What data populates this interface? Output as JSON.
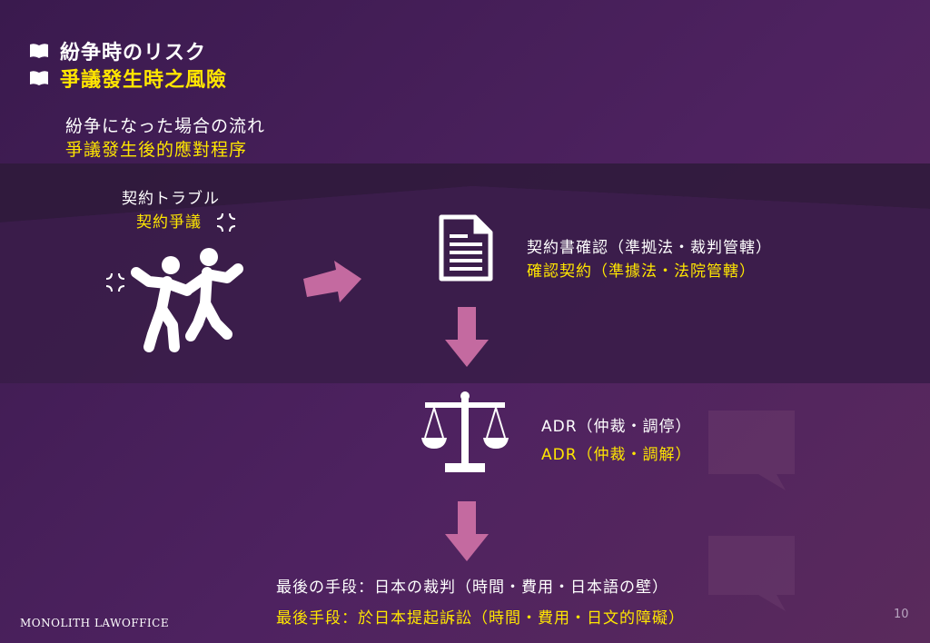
{
  "heading": {
    "line1": "紛争時のリスク",
    "line2": "爭議發生時之風險"
  },
  "subheading": {
    "line1": "紛争になった場合の流れ",
    "line2": "爭議發生後的應對程序"
  },
  "trouble": {
    "ja": "契約トラブル",
    "zh": "契約爭議"
  },
  "contract": {
    "ja": "契約書確認（準拠法・裁判管轄）",
    "zh": "確認契約（準據法・法院管轄）"
  },
  "adr": {
    "ja": "ADR（仲裁・調停）",
    "zh": "ADR（仲裁・調解）"
  },
  "court": {
    "ja": "最後の手段：日本の裁判（時間・費用・日本語の壁）",
    "zh": "最後手段：於日本提起訴訟（時間・費用・日文的障礙）"
  },
  "footer": {
    "logo": "MONOLITH LAWOFFICE",
    "page": "10"
  },
  "colors": {
    "accent_yellow": "#ffe600",
    "arrow_pink": "#c46aa0",
    "background": "#4e2260"
  },
  "icons": [
    "book-icon",
    "anger-icon",
    "fighting-people-icon",
    "document-icon",
    "scales-icon",
    "arrow-right-icon",
    "arrow-down-icon"
  ]
}
